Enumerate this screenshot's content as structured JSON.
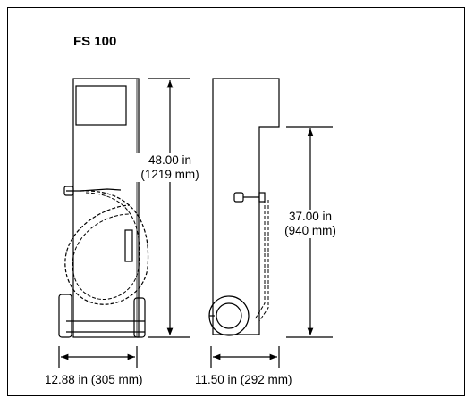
{
  "title": "FS 100",
  "front_view": {
    "height_label_line1": "48.00 in",
    "height_label_line2": "(1219 mm)",
    "width_label": "12.88 in (305 mm)"
  },
  "side_view": {
    "height_label_line1": "37.00 in",
    "height_label_line2": "(940 mm)",
    "depth_label": "11.50 in (292 mm)"
  }
}
